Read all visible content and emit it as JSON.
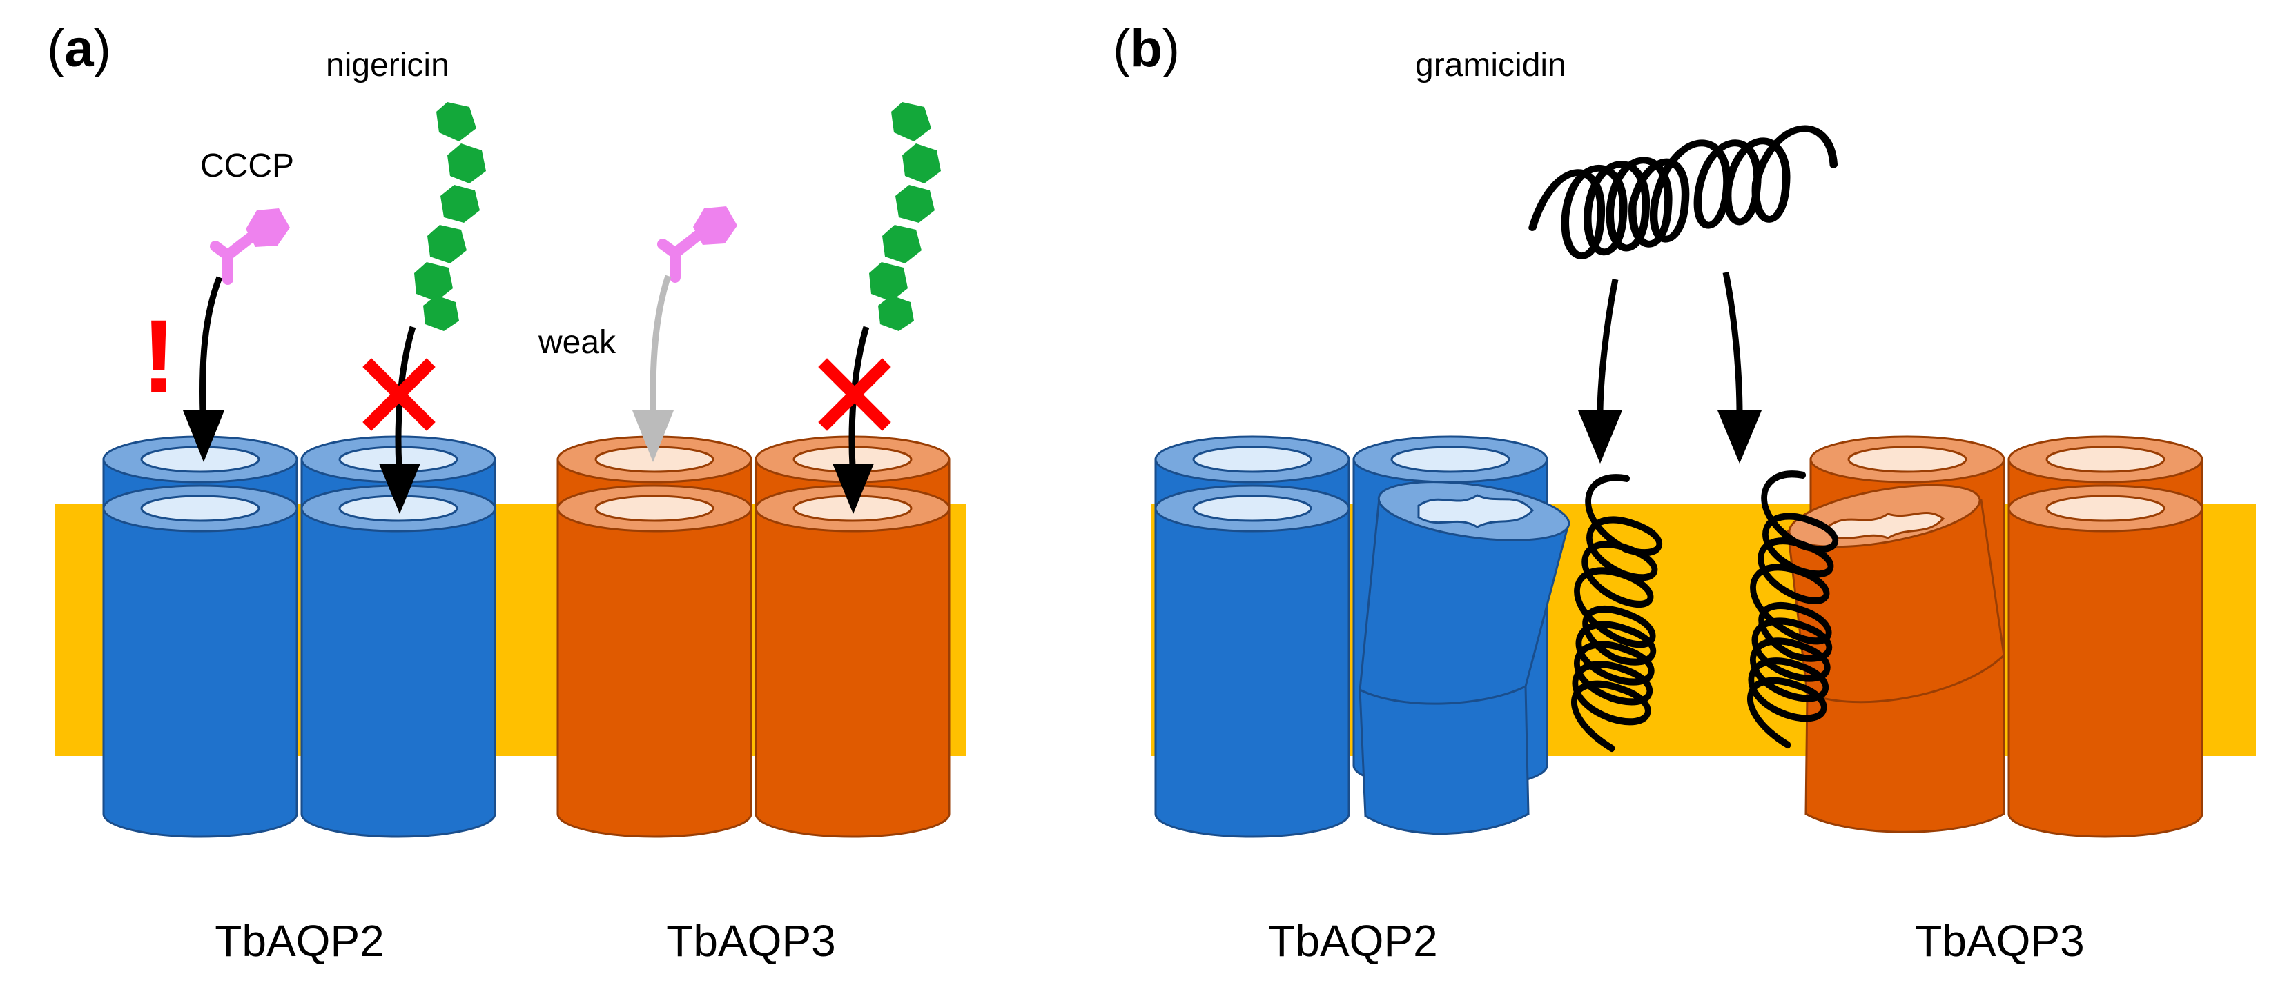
{
  "panels": [
    {
      "id": "a",
      "letter": "a",
      "open": "(",
      "close": ")"
    },
    {
      "id": "b",
      "letter": "b",
      "open": "(",
      "close": ")"
    }
  ],
  "labels": {
    "nigericin": "nigericin",
    "cccp": "CCCP",
    "weak": "weak",
    "gramicidin": "gramicidin",
    "alert": "!"
  },
  "proteins": {
    "a_left": "TbAQP2",
    "a_right": "TbAQP3",
    "b_left": "TbAQP2",
    "b_right": "TbAQP3"
  },
  "colors": {
    "membrane": "#FFC000",
    "aqp2_body": "#1F72CC",
    "aqp2_cap": "#78A8DE",
    "aqp3_body": "#E05A00",
    "aqp3_cap": "#EE9A66",
    "pore_blue": "#DCEBFA",
    "pore_orange": "#FCE4D2",
    "cccp": "#EE82EE",
    "nigericin": "#13A83A",
    "block_x": "#FF0000",
    "arrow": "#000000",
    "weak_arrow": "#BBBBBB",
    "alert": "#FF0000"
  },
  "icons": {
    "block": "x-mark-icon",
    "cccp": "cccp-molecule-icon",
    "nigericin": "nigericin-chain-icon",
    "gramicidin": "gramicidin-helix-icon"
  }
}
